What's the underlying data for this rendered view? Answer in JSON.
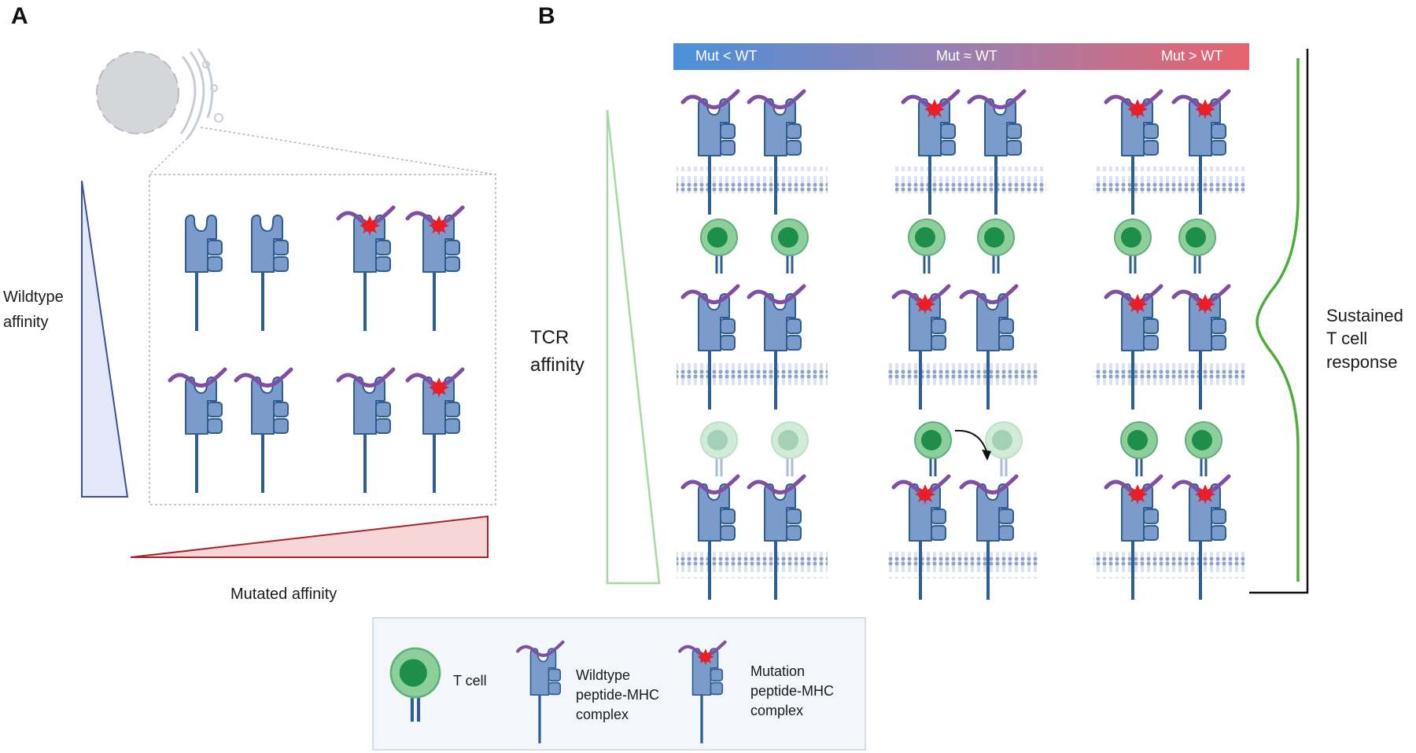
{
  "panels": {
    "a": "A",
    "b": "B"
  },
  "panel_a": {
    "y_label": [
      "Wildtype",
      "affinity"
    ],
    "x_label": "Mutated affinity"
  },
  "panel_b": {
    "header": {
      "left": "Mut < WT",
      "mid": "Mut ≈ WT",
      "right": "Mut > WT"
    },
    "y_label": [
      "TCR",
      "affinity"
    ],
    "response_label": [
      "Sustained",
      "T cell",
      "response"
    ]
  },
  "legend": {
    "t_cell": "T cell",
    "wildtype": [
      "Wildtype",
      "peptide-MHC",
      "complex"
    ],
    "mutation": [
      "Mutation",
      "peptide-MHC",
      "complex"
    ]
  },
  "colors": {
    "mhc_fill": "#7b9ccb",
    "mhc_stroke": "#2e5d94",
    "peptide": "#7e4fa5",
    "mutation_star": "#ee1c25",
    "tcell_outer": "#8ccf9d",
    "tcell_nucleus": "#1e8f4a",
    "header_left": "#4a90d9",
    "header_right": "#e8636e",
    "wildtype_wedge": "#3b4f9a",
    "mutated_wedge": "#a3262f",
    "tcr_wedge": "#a8d8a3",
    "response_curve": "#4caf3a"
  }
}
